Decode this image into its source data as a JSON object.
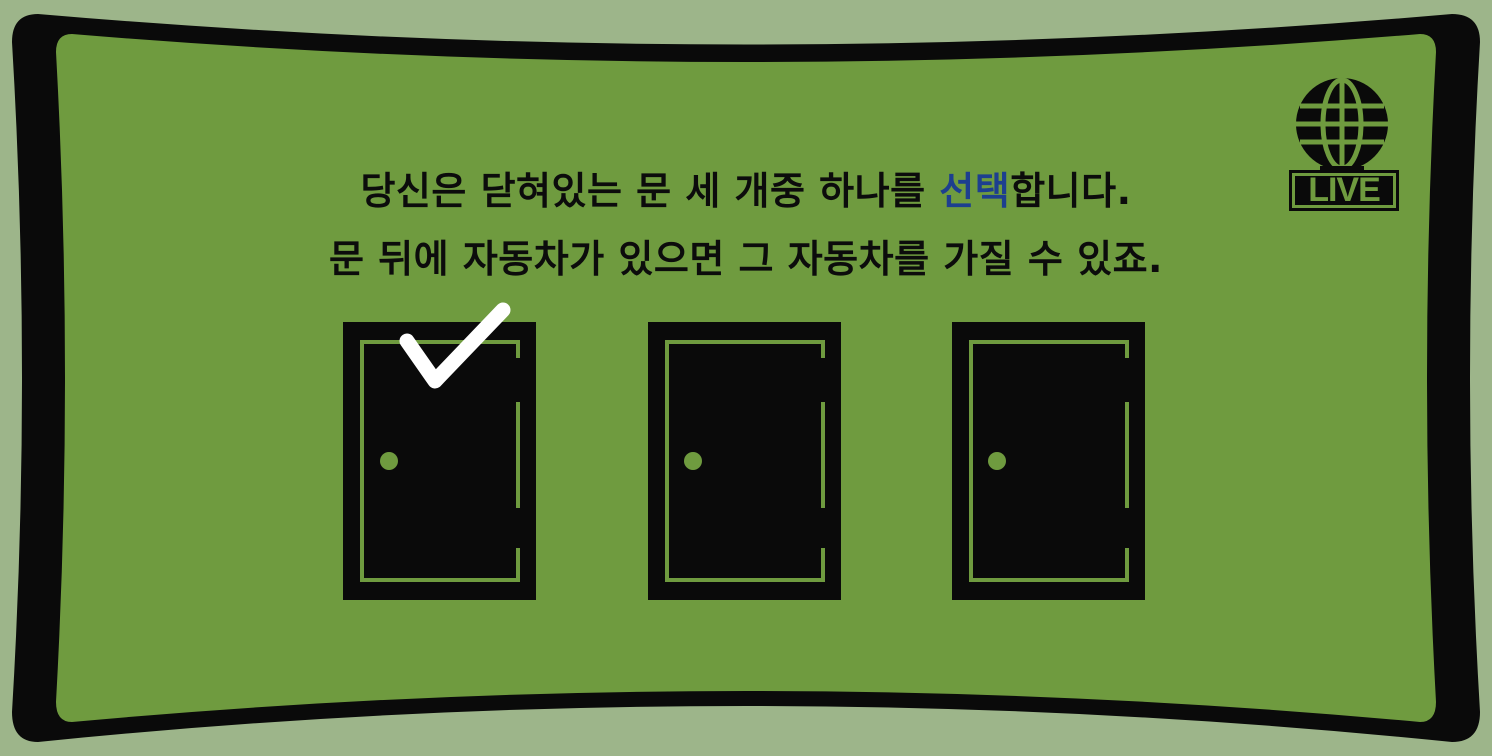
{
  "caption": {
    "line1_a": "당신은 닫혀있는 문 세 개중 하나를 ",
    "line1_highlight": "선택",
    "line1_b": "합니다.",
    "line2": "문 뒤에 자동차가 있으면 그 자동차를 가질 수 있죠."
  },
  "live_badge": {
    "label": "LIVE",
    "icon": "globe-icon"
  },
  "doors": [
    {
      "id": 1,
      "selected": true
    },
    {
      "id": 2,
      "selected": false
    },
    {
      "id": 3,
      "selected": false
    }
  ],
  "colors": {
    "background": "#9db58a",
    "screen": "#6f9b3f",
    "frame": "#0a0a0a",
    "highlight": "#1d3f8f",
    "check": "#ffffff"
  }
}
